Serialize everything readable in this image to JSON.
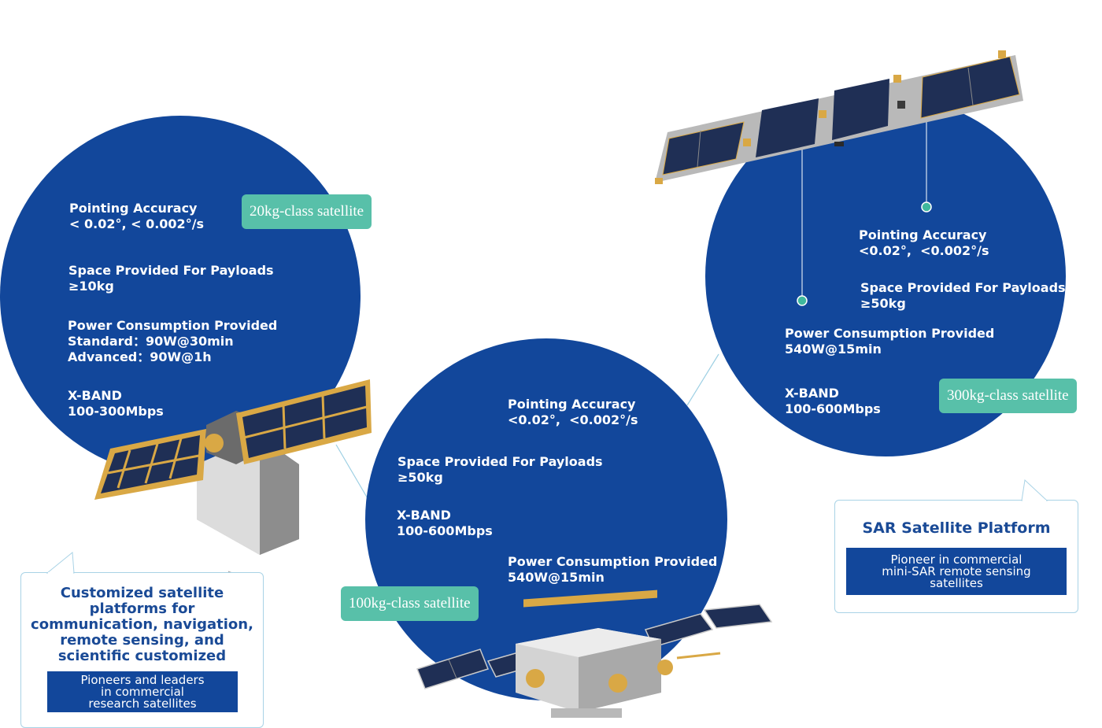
{
  "sat20": {
    "tag": "20kg-class satellite",
    "pointing": "Pointing Accuracy\n< 0.02°, < 0.002°/s",
    "payload": "Space Provided For Payloads\n≥10kg",
    "power": "Power Consumption Provided\nStandard：90W@30min\nAdvanced：90W@1h",
    "xband": "X-BAND\n100-300Mbps"
  },
  "sat100": {
    "tag": "100kg-class satellite",
    "pointing": "Pointing Accuracy\n<0.02°,  <0.002°/s",
    "payload": "Space Provided For Payloads\n≥50kg",
    "xband": "X-BAND\n100-600Mbps",
    "power": "Power Consumption Provided\n540W@15min"
  },
  "sat300": {
    "tag": "300kg-class satellite",
    "pointing": "Pointing Accuracy\n<0.02°,  <0.002°/s",
    "payload": "Space Provided For Payloads\n≥50kg",
    "power": "Power Consumption Provided\n540W@15min",
    "xband": "X-BAND\n100-600Mbps"
  },
  "callout_custom": {
    "title": "Customized satellite\nplatforms for\ncommunication, navigation,\nremote sensing, and\nscientific customized",
    "badge": "Pioneers and leaders\nin commercial\nresearch satellites"
  },
  "callout_sar": {
    "title": "SAR Satellite Platform",
    "badge": "Pioneer in commercial\nmini-SAR remote sensing\nsatellites"
  },
  "colors": {
    "circle": "#12479b",
    "tag": "#58c0a9",
    "callout_border": "#a9d3e6",
    "title_text": "#1a4a96"
  }
}
